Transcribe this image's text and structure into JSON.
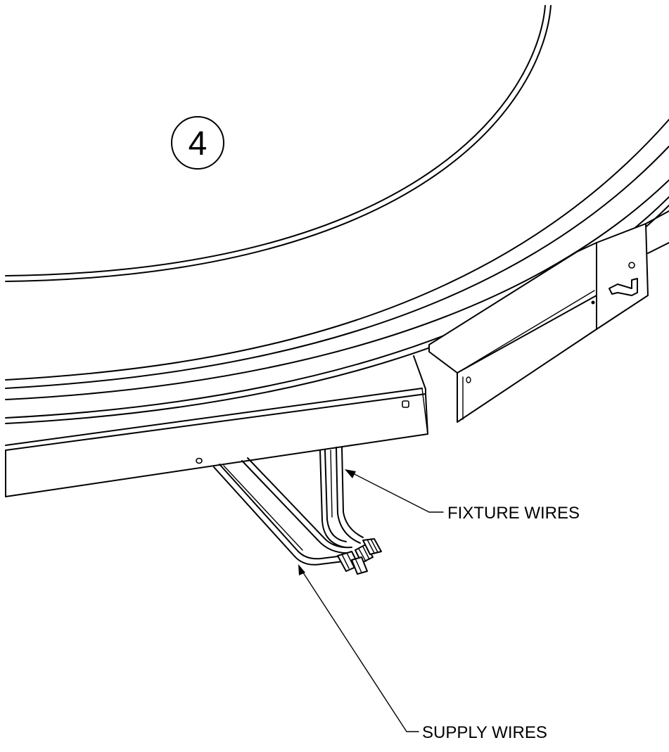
{
  "step": {
    "number": "4"
  },
  "callouts": {
    "fixture_wires": "FIXTURE WIRES",
    "supply_wires": "SUPPLY WIRES"
  }
}
